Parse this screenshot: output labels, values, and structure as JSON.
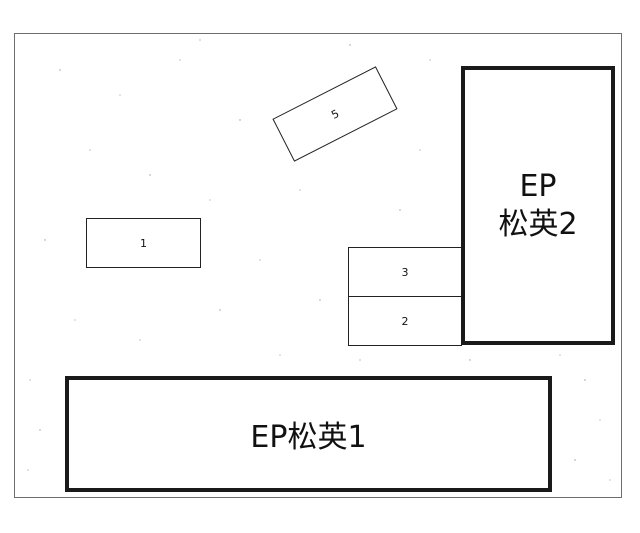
{
  "boxes": {
    "table_1": "1",
    "table_2": "2",
    "table_3": "3",
    "table_5": "5"
  },
  "blocks": {
    "ep2_line1": "EP",
    "ep2_line2": "松英2",
    "ep1": "EP松英1"
  },
  "colors": {
    "border": "#1a1a1a",
    "frame": "#6e6e6e",
    "background": "#ffffff"
  }
}
